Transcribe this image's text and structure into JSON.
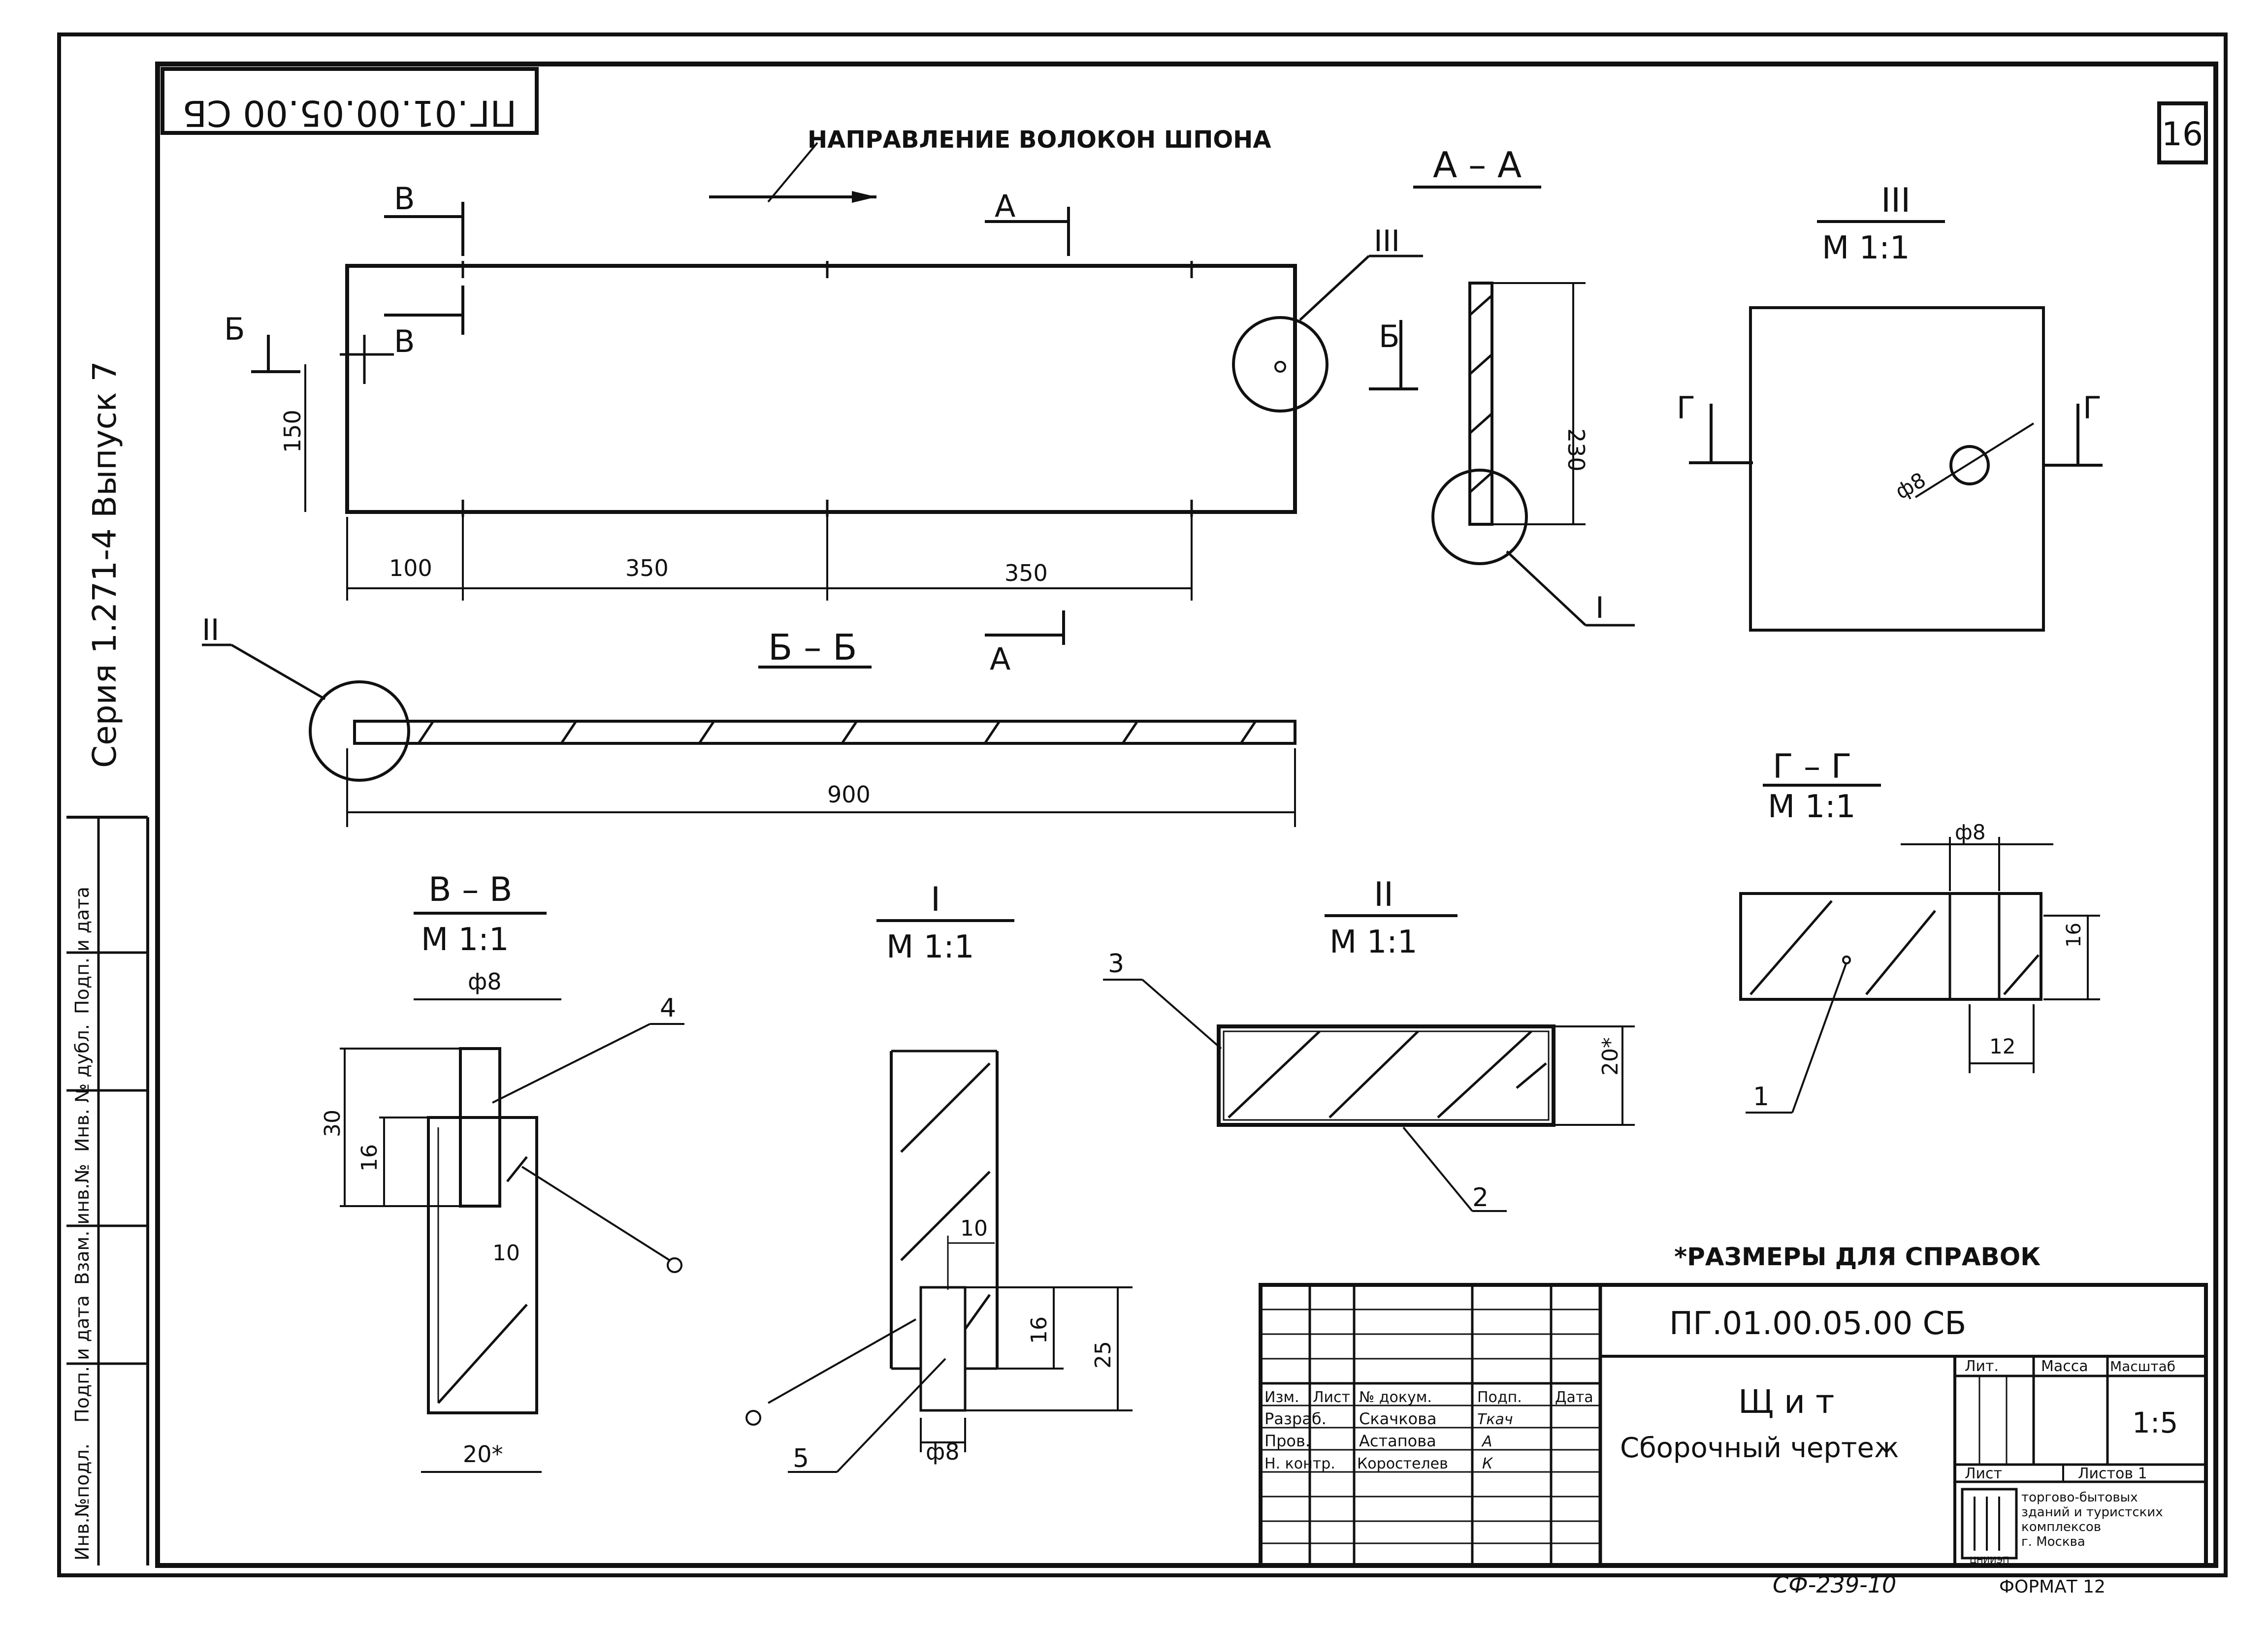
{
  "sheet": {
    "designation_top": "ПГ.01.00.05.00 СБ",
    "sheet_number": "16",
    "series_side": "Серия 1.271-4 Выпуск 7",
    "grain_note": "НАПРАВЛЕНИЕ ВОЛОКОН ШПОНА",
    "footnote": "*РАЗМЕРЫ ДЛЯ СПРАВОК",
    "bottom_code": "СФ-239-10",
    "bottom_format": "ФОРМАТ 12"
  },
  "side_strip": {
    "cells": [
      "Инв.№подл.",
      "Подп. и дата",
      "Взам. инв.№",
      "Инв. № дубл.",
      "Подп. и дата"
    ]
  },
  "plan_view": {
    "cut_a": "А",
    "cut_b": "Б",
    "cut_v": "В",
    "detail_iii": "III",
    "dim_150": "150",
    "dim_100": "100",
    "dim_350_1": "350",
    "dim_350_2": "350"
  },
  "section_aa": {
    "title": "А – А",
    "dim_230": "230",
    "detail_i": "I"
  },
  "section_bb": {
    "title": "Б – Б",
    "dim_900": "900",
    "detail_ii": "II"
  },
  "detail_iii_view": {
    "title": "III",
    "scale": "М 1:1",
    "cut_g": "Г",
    "dia": "ф8"
  },
  "section_vv": {
    "title": "В – В",
    "scale": "М 1:1",
    "dia": "ф8",
    "dim_30": "30",
    "dim_16": "16",
    "dim_10": "10",
    "dim_20": "20*",
    "pos4": "4"
  },
  "detail_i_view": {
    "title": "I",
    "scale": "М 1:1",
    "dim_10": "10",
    "dim_16": "16",
    "dim_25": "25",
    "dia": "ф8",
    "pos5": "5"
  },
  "detail_ii_view": {
    "title": "II",
    "scale": "М 1:1",
    "dim_20": "20*",
    "pos3": "3",
    "pos2": "2"
  },
  "section_gg": {
    "title": "Г – Г",
    "scale": "М 1:1",
    "dia": "ф8",
    "dim_16": "16",
    "dim_12": "12",
    "pos1": "1"
  },
  "title_block": {
    "designation": "ПГ.01.00.05.00 СБ",
    "name": "Щ и т",
    "subtitle": "Сборочный чертеж",
    "headers": [
      "Изм.",
      "Лист",
      "№ докум.",
      "Подп.",
      "Дата"
    ],
    "rows": [
      {
        "role": "Разраб.",
        "name": "Скачкова",
        "sign": "Ткач"
      },
      {
        "role": "Пров.",
        "name": "Астапова",
        "sign": "А"
      },
      {
        "role": "Н. контр.",
        "name": "Коростелев",
        "sign": "К"
      }
    ],
    "lit_label": "Лит.",
    "mass_label": "Масса",
    "scale_label": "Масштаб",
    "scale_value": "1:5",
    "sheet_label": "Лист",
    "sheets_label": "Листов 1",
    "org_logo": "ЦНИИЭП",
    "org_lines": [
      "торгово-бытовых",
      "зданий и туристских",
      "комплексов",
      "г. Москва"
    ]
  }
}
